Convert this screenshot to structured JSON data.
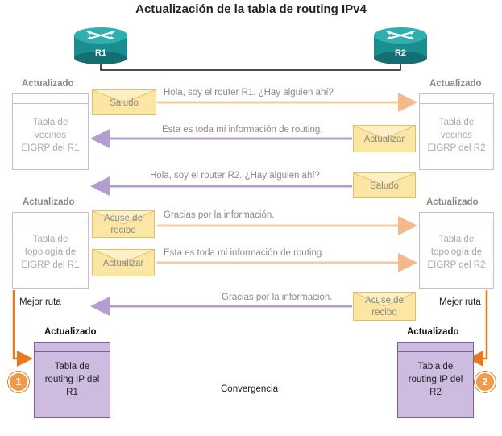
{
  "title": "Actualización de la tabla de routing IPv4",
  "routers": {
    "r1": "R1",
    "r2": "R2"
  },
  "labels": {
    "updated": "Actualizado",
    "best_route": "Mejor ruta",
    "convergence": "Convergencia"
  },
  "tables": {
    "neighbors_r1": [
      "Tabla de",
      "vecinos",
      "EIGRP del R1"
    ],
    "neighbors_r2": [
      "Tabla de",
      "vecinos",
      "EIGRP del R2"
    ],
    "topology_r1": [
      "Tabla de",
      "topología de",
      "EIGRP del R1"
    ],
    "topology_r2": [
      "Tabla de",
      "topología de",
      "EIGRP del R2"
    ],
    "routing_r1": [
      "Tabla de",
      "routing IP del",
      "R1"
    ],
    "routing_r2": [
      "Tabla de",
      "routing IP del",
      "R2"
    ]
  },
  "messages": {
    "m1": "Hola, soy el router R1. ¿Hay alguien ahí?",
    "m2": "Esta es toda mi información de routing.",
    "m3": "Hola, soy el router R2. ¿Hay alguien ahí?",
    "m4": "Gracias por la información.",
    "m5": "Esta es toda mi información de routing.",
    "m6": "Gracias por la información."
  },
  "packets": {
    "hello": "Saludo",
    "update": "Actualizar",
    "ack_line1": "Acuse de",
    "ack_line2": "recibo"
  },
  "steps": {
    "one": "1",
    "two": "2"
  },
  "colors": {
    "orange": "#f7c9a0",
    "purple": "#b49ed0",
    "router": "#1a8d8f"
  }
}
